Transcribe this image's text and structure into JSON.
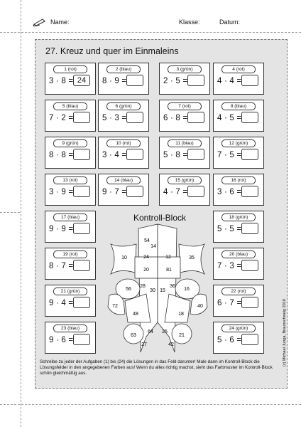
{
  "header": {
    "name_label": "Name:",
    "class_label": "Klasse:",
    "date_label": "Datum:"
  },
  "title": "27.  Kreuz und quer im Einmaleins",
  "tasks": [
    {
      "label": "1 (rot)",
      "expr": "3 · 8 =",
      "answer": "24"
    },
    {
      "label": "2 (blau)",
      "expr": "8 · 9 =",
      "answer": ""
    },
    {
      "label": "3 (grün)",
      "expr": "2 · 5 =",
      "answer": ""
    },
    {
      "label": "4 (rot)",
      "expr": "4 · 4 =",
      "answer": ""
    },
    {
      "label": "5 (blau)",
      "expr": "7 · 2 =",
      "answer": ""
    },
    {
      "label": "6 (grün)",
      "expr": "5 · 3 =",
      "answer": ""
    },
    {
      "label": "7 (rot)",
      "expr": "6 · 8 =",
      "answer": ""
    },
    {
      "label": "8 (blau)",
      "expr": "4 · 5 =",
      "answer": ""
    },
    {
      "label": "9 (grün)",
      "expr": "8 · 8 =",
      "answer": ""
    },
    {
      "label": "10 (rot)",
      "expr": "3 · 4 =",
      "answer": ""
    },
    {
      "label": "11 (blau)",
      "expr": "5 · 8 =",
      "answer": ""
    },
    {
      "label": "12 (grün)",
      "expr": "7 · 5 =",
      "answer": ""
    },
    {
      "label": "13 (rot)",
      "expr": "3 · 9 =",
      "answer": ""
    },
    {
      "label": "14 (blau)",
      "expr": "9 · 7 =",
      "answer": ""
    },
    {
      "label": "15 (grün)",
      "expr": "4 · 7 =",
      "answer": ""
    },
    {
      "label": "16 (rot)",
      "expr": "3 · 6 =",
      "answer": ""
    },
    {
      "label": "17 (blau)",
      "expr": "9 · 9 =",
      "answer": ""
    },
    {
      "label": "18 (grün)",
      "expr": "5 · 5 =",
      "answer": ""
    },
    {
      "label": "19 (rot)",
      "expr": "8 · 7 =",
      "answer": ""
    },
    {
      "label": "20 (blau)",
      "expr": "7 · 3 =",
      "answer": ""
    },
    {
      "label": "21 (grün)",
      "expr": "9 · 4 =",
      "answer": ""
    },
    {
      "label": "22 (rot)",
      "expr": "6 · 7 =",
      "answer": ""
    },
    {
      "label": "23 (blau)",
      "expr": "9 · 6 =",
      "answer": ""
    },
    {
      "label": "24 (grün)",
      "expr": "5 · 6 =",
      "answer": ""
    }
  ],
  "kontroll": {
    "title": "Kontroll-Block",
    "numbers": [
      "54",
      "14",
      "10",
      "24",
      "12",
      "35",
      "20",
      "81",
      "56",
      "28",
      "30",
      "15",
      "36",
      "16",
      "72",
      "40",
      "48",
      "18",
      "63",
      "64",
      "25",
      "21",
      "27",
      "42"
    ]
  },
  "instructions": "Schreibe zu jeder der Aufgaben (1) bis (24) die Lösungen in das Feld darunter! Male dann im Kontroll-Block die Lösungsfelder in den angegebenen Farben aus! Wenn du alles richtig machst, sieht das Farbmuster im Kontroll-Block schön gleichmäßig aus.",
  "copyright": "(c) Michael Junga, Braunschweig 2010"
}
